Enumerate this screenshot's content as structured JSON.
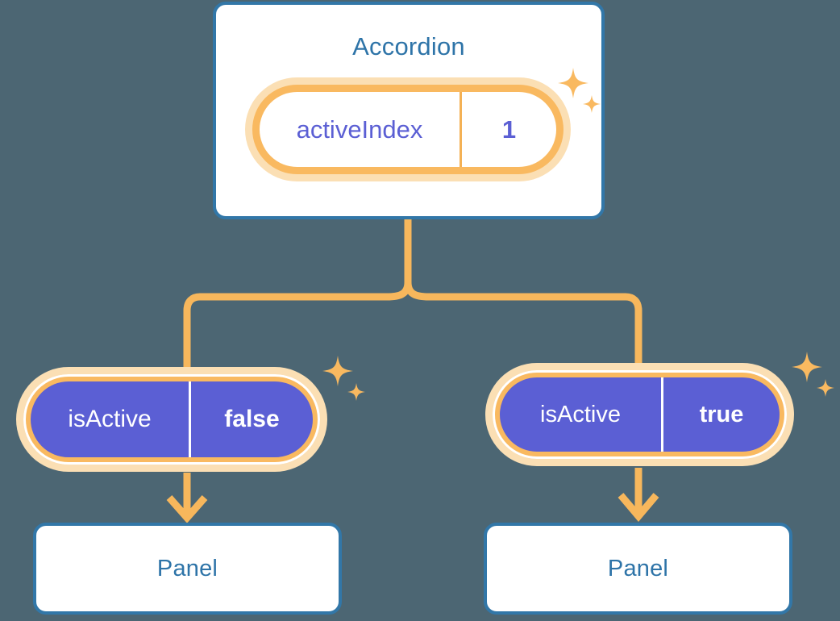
{
  "background_color": "#4c6673",
  "palette": {
    "card_border": "#3277a8",
    "card_fill": "#ffffff",
    "title_text": "#2e74a8",
    "pill_border": "#f9b960",
    "pill_halo": "#fbdfb4",
    "pill_solid_fill": "#5b5fd4",
    "pill_light_text": "#5b5fd4",
    "pill_solid_text": "#ffffff",
    "connector": "#f7b75c",
    "sparkle": "#f9b960"
  },
  "diagram": {
    "type": "tree",
    "root": {
      "name": "accordion-component",
      "title": "Accordion",
      "state": {
        "key": "activeIndex",
        "value": "1",
        "style": "light"
      },
      "sparkles": [
        {
          "size": "large"
        },
        {
          "size": "small"
        }
      ]
    },
    "children": [
      {
        "name": "panel-branch-left",
        "state": {
          "key": "isActive",
          "value": "false",
          "style": "solid"
        },
        "sparkles": [
          {
            "size": "large"
          },
          {
            "size": "small"
          }
        ],
        "panel": {
          "title": "Panel"
        }
      },
      {
        "name": "panel-branch-right",
        "state": {
          "key": "isActive",
          "value": "true",
          "style": "solid"
        },
        "sparkles": [
          {
            "size": "large"
          },
          {
            "size": "small"
          }
        ],
        "panel": {
          "title": "Panel"
        }
      }
    ]
  },
  "icons": {
    "sparkle": "sparkle-icon",
    "arrow_down": "arrow-down-icon"
  }
}
